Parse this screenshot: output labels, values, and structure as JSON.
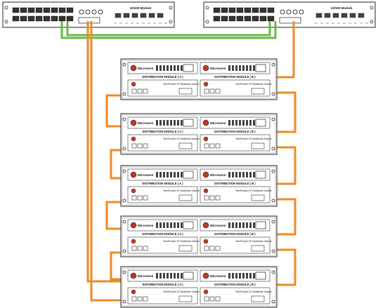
{
  "diagram": {
    "top_units": [
      {
        "id": "tp-left",
        "module_label": "10/100 Module"
      },
      {
        "id": "tp-right",
        "module_label": "10/100 Module"
      }
    ],
    "distribution_units": [
      {
        "id": "dist-1",
        "title_a": "DISTRIBUTION MODULE ( A )",
        "title_b": "DISTRIBUTION MODULE ( B )",
        "brand": "Microsemi",
        "module_text": "TimeProvider 5T Distribution Module"
      },
      {
        "id": "dist-2",
        "title_a": "DISTRIBUTION MODULE ( A )",
        "title_b": "DISTRIBUTION MODULE ( B )",
        "brand": "Microsemi",
        "module_text": "TimeProvider 5T Distribution Module"
      },
      {
        "id": "dist-3",
        "title_a": "DISTRIBUTION MODULE ( A )",
        "title_b": "DISTRIBUTION MODULE ( B )",
        "brand": "Microsemi",
        "module_text": "TimeProvider 5T Distribution Module"
      },
      {
        "id": "dist-4",
        "title_a": "DISTRIBUTION MODULE ( A )",
        "title_b": "DISTRIBUTION MODULE ( B )",
        "brand": "Microsemi",
        "module_text": "TimeProvider 5T Distribution Module"
      },
      {
        "id": "dist-5",
        "title_a": "DISTRIBUTION MODULE ( A )",
        "title_b": "DISTRIBUTION MODULE ( B )",
        "brand": "Microsemi",
        "module_text": "TimeProvider 5T Distribution Module"
      }
    ],
    "colors": {
      "green_cable": "#66bb44",
      "orange_cable": "#f08a24",
      "chassis_line": "#222222",
      "chassis_fill": "#ffffff",
      "brand_red": "#c0392b"
    }
  }
}
